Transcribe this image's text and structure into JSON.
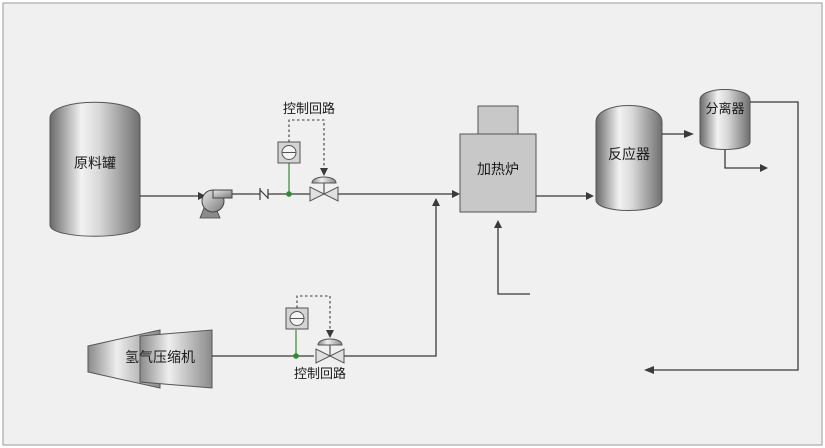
{
  "colors": {
    "background": "#f0f0f0",
    "frame": "#9a9a9a",
    "line": "#3a3a3a",
    "box": "#c8c8c8",
    "signal_dot": "#2e8b2e"
  },
  "equipment": {
    "feed_tank": "原料罐",
    "heater": "加热炉",
    "reactor": "反应器",
    "separator": "分离器",
    "h2_compressor": "氢气压缩机"
  },
  "controls": {
    "upper_loop_label": "控制回路",
    "lower_loop_label": "控制回路"
  },
  "icons": [
    "feed-pump-icon",
    "check-valve-icon",
    "control-valve-icon",
    "controller-icon",
    "compressor-icon"
  ]
}
